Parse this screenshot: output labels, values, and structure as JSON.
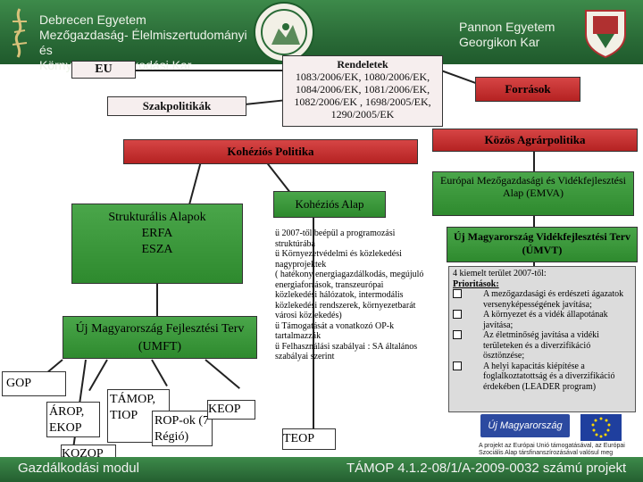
{
  "header": {
    "left_title_lines": [
      "Debrecen Egyetem",
      "Mezőgazdaság- Élelmiszertudományi és",
      "Környezetgazdálkodási Kar"
    ],
    "right_title_lines": [
      "Pannon Egyetem",
      "Georgikon Kar"
    ]
  },
  "nodes": {
    "eu": "EU",
    "rendeletek_title": "Rendeletek",
    "rendeletek_body": "1083/2006/EK, 1080/2006/EK, 1084/2006/EK, 1081/2006/EK, 1082/2006/EK , 1698/2005/EK, 1290/2005/EK",
    "forrasok": "Források",
    "szakpolitikak": "Szakpolitikák",
    "kozos_agrar": "Közös Agrárpolitika",
    "kohezios_politika": "Kohéziós Politika",
    "kohezios_alap": "Kohéziós Alap",
    "emva": "Európai Mezőgazdasági és Vidékfejlesztési Alap (EMVA)",
    "strukturalis_title": "Strukturális Alapok",
    "strukturalis_items": [
      "ERFA",
      "ESZA"
    ],
    "umft": "Új Magyarország Fejlesztési Terv (UMFT)",
    "umvt": "Új Magyarország Vidékfejlesztési Terv (ÚMVT)",
    "gop": "GOP",
    "arop_ekop": "ÁROP, EKOP",
    "tamop_tiop": "TÁMOP, TIOP",
    "rop": "ROP-ok (7 Régió)",
    "keop": "KEOP",
    "kozop": "KOZOP",
    "teop": "TEOP"
  },
  "kohezios_notes": [
    "ü 2007-től beépül a programozási struktúrába",
    "ü Környezetvédelmi és közlekedési nagyprojektek",
    "( hatékony energiagazdálkodás, megújuló energiaforrások, transzeurópai közlekedési hálózatok, intermodális közlekedési rendszerek, környezetbarát városi közlekedés)",
    "ü Támogatását a vonatkozó OP-k tartalmazzák",
    "ü Felhasználási szabályai : SA általános szabályai szerint"
  ],
  "umvt_notes": {
    "intro": "4 kiemelt terület 2007-től:",
    "prior_label": "Prioritások:",
    "items": [
      "A mezőgazdasági és erdészeti ágazatok versenyképességének javítása;",
      "A környezet és a vidék állapotának javítása;",
      "Az életminőség javítása a vidéki területeken és a diverzifikáció ösztönzése;",
      "A helyi kapacitás kiépítése a foglalkoztatottság és a diverzifikáció érdekében (LEADER program)"
    ]
  },
  "logos": {
    "uj_magyarorszag": "Új Magyarország",
    "eu_caption": "A projekt az Európai Unió támogatásával, az Európai Szociális Alap társfinanszírozásával valósul meg"
  },
  "footer": {
    "left": "Gazdálkodási modul",
    "right": "TÁMOP 4.1.2-08/1/A-2009-0032 számú projekt"
  },
  "colors": {
    "header_green": "#2a6b37",
    "box_green": "#3d9a3d",
    "box_red": "#c43030",
    "box_pink": "#f6eeee"
  }
}
